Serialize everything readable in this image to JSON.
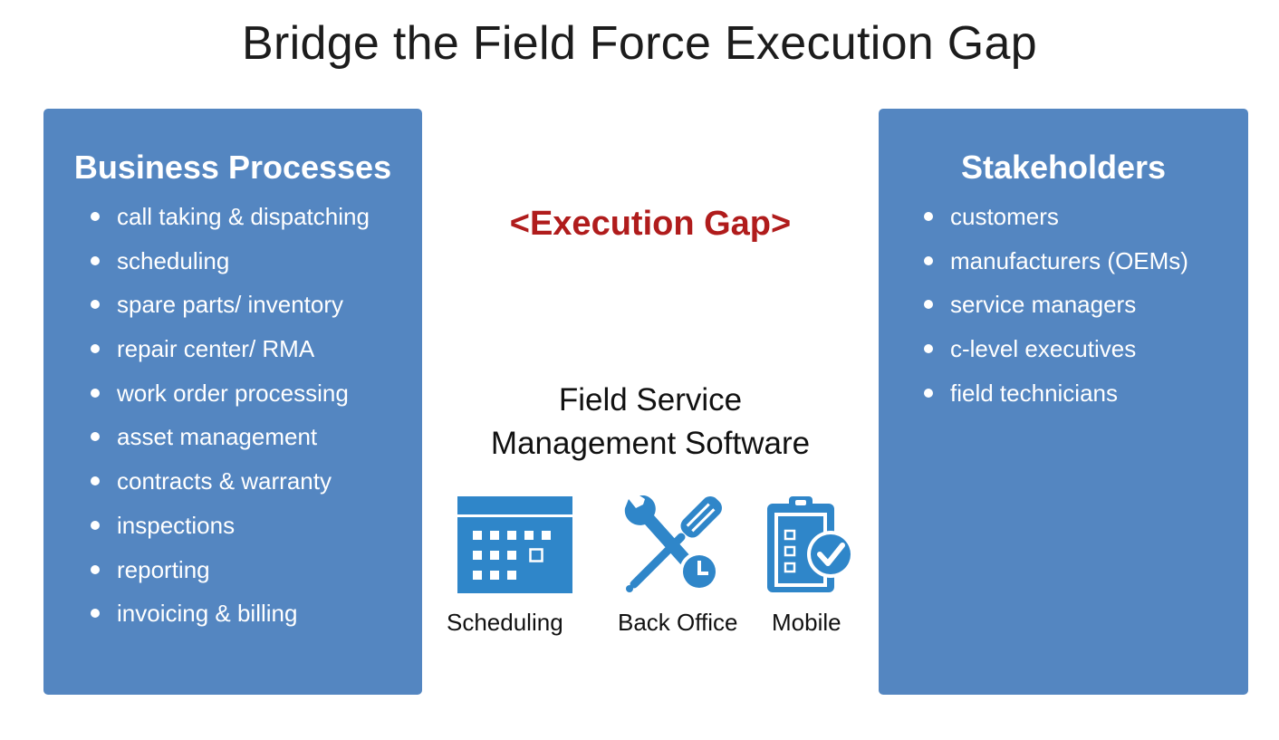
{
  "title": "Bridge the Field Force Execution Gap",
  "left_panel": {
    "title": "Business Processes",
    "items": [
      "call taking & dispatching",
      "scheduling",
      "spare parts/ inventory",
      "repair center/ RMA",
      "work order processing",
      "asset management",
      "contracts & warranty",
      "inspections",
      "reporting",
      "invoicing & billing"
    ]
  },
  "center": {
    "gap_label": "<Execution Gap>",
    "software_line1": "Field Service",
    "software_line2": "Management Software",
    "icons": [
      {
        "icon": "calendar-icon",
        "label": "Scheduling"
      },
      {
        "icon": "wrench-screwdriver-clock-icon",
        "label": "Back Office"
      },
      {
        "icon": "clipboard-check-icon",
        "label": "Mobile"
      }
    ]
  },
  "right_panel": {
    "title": "Stakeholders",
    "items": [
      "customers",
      "manufacturers (OEMs)",
      "service managers",
      "c-level executives",
      "field technicians"
    ]
  },
  "colors": {
    "panel": "#5486c1",
    "icon": "#2f86c9",
    "gap_text": "#b01c1c"
  }
}
